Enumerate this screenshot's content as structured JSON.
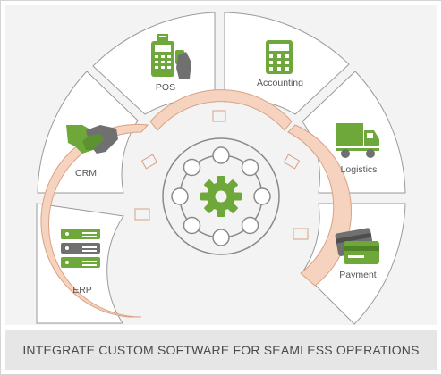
{
  "segments": [
    {
      "label": "ERP",
      "icon": "server-stack-icon"
    },
    {
      "label": "CRM",
      "icon": "handshake-icon"
    },
    {
      "label": "POS",
      "icon": "pos-terminal-icon"
    },
    {
      "label": "Accounting",
      "icon": "calculator-icon"
    },
    {
      "label": "Logistics",
      "icon": "delivery-truck-icon"
    },
    {
      "label": "Payment",
      "icon": "credit-card-icon"
    }
  ],
  "center": {
    "icon": "gear-icon"
  },
  "caption": "INTEGRATE CUSTOM SOFTWARE FOR SEAMLESS OPERATIONS",
  "colors": {
    "green": "#6ea83a",
    "peach": "#f6d3be",
    "peach_stroke": "#d9a184",
    "gray": "#8a8a8a",
    "panel": "#f3f3f3"
  }
}
